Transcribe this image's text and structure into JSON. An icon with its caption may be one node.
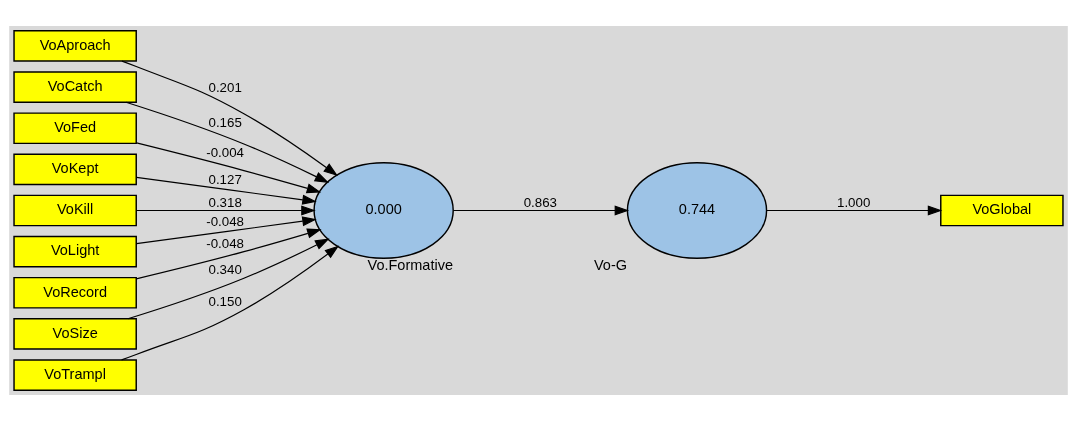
{
  "diagram": {
    "nodes": [
      {
        "text": [
          "VoAproach"
        ]
      },
      {
        "text": [
          "VoCatch"
        ]
      },
      {
        "text": [
          "VoFed"
        ]
      },
      {
        "text": [
          "VoKept"
        ]
      },
      {
        "text": [
          "VoKill"
        ]
      },
      {
        "text": [
          "VoLight"
        ]
      },
      {
        "text": [
          "VoRecord"
        ]
      },
      {
        "text": [
          "VoSize"
        ]
      },
      {
        "text": [
          "VoTrampl"
        ]
      },
      {
        "text": [
          "0.000"
        ],
        "beside": [
          "Vo.Formative"
        ]
      },
      {
        "text": [
          "0.744"
        ],
        "beside": [
          "Vo-G"
        ]
      },
      {
        "text": [
          "VoGlobal"
        ]
      }
    ],
    "edges": [
      {
        "from": 0,
        "to": 9,
        "arrow": "to",
        "label": "0.201"
      },
      {
        "from": 1,
        "to": 9,
        "arrow": "to",
        "label": "0.165"
      },
      {
        "from": 2,
        "to": 9,
        "arrow": "to",
        "label": "-0.004"
      },
      {
        "from": 3,
        "to": 9,
        "arrow": "to",
        "label": "0.127"
      },
      {
        "from": 4,
        "to": 9,
        "arrow": "to",
        "label": "0.318"
      },
      {
        "from": 5,
        "to": 9,
        "arrow": "to",
        "label": "-0.048"
      },
      {
        "from": 6,
        "to": 9,
        "arrow": "to",
        "label": "-0.048"
      },
      {
        "from": 7,
        "to": 9,
        "arrow": "to",
        "label": "0.340"
      },
      {
        "from": 8,
        "to": 9,
        "arrow": "to",
        "label": "0.150"
      },
      {
        "from": 9,
        "to": 10,
        "arrow": "to",
        "label": "0.863"
      },
      {
        "from": 10,
        "to": 11,
        "arrow": "to",
        "label": "1.000"
      }
    ]
  }
}
